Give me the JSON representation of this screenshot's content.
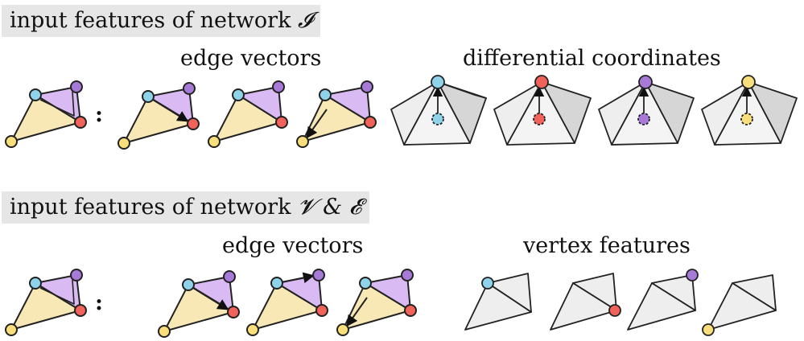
{
  "section1": {
    "title_text": "input features of network ",
    "title_math": "𝓘",
    "edge_vectors_label": "edge vectors",
    "diff_coords_label": "differential coordinates"
  },
  "section2": {
    "title_text": "input features of network ",
    "title_math": "𝓥 & 𝓔",
    "edge_vectors_label": "edge vectors",
    "vertex_features_label": "vertex features"
  },
  "colon": ":",
  "colors": {
    "blue_vertex": "#8fd3ea",
    "red_vertex": "#f0625a",
    "purple_vertex": "#a87ad8",
    "yellow_vertex": "#f9df7c",
    "purple_face": "#d9baf2",
    "yellow_face": "#f8e8b6",
    "gray_face": "#eeeeee",
    "banner_bg": "#e6e6e6"
  }
}
